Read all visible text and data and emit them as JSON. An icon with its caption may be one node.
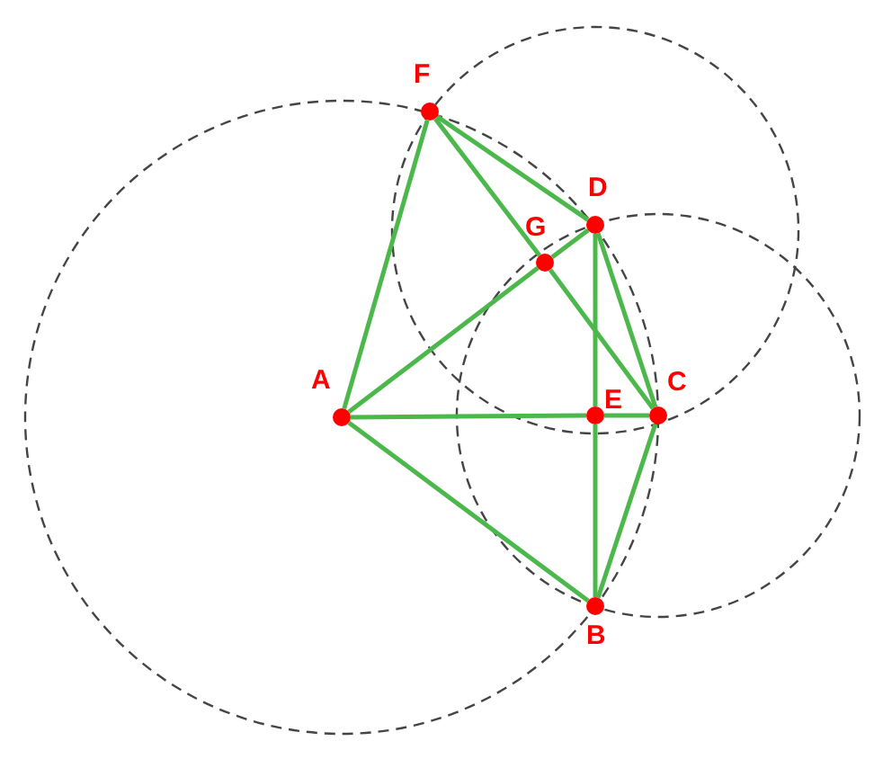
{
  "diagram": {
    "nodes": [
      {
        "text": [
          "F"
        ]
      },
      {
        "text": [
          "D"
        ]
      },
      {
        "text": [
          "G"
        ]
      },
      {
        "text": [
          "A"
        ]
      },
      {
        "text": [
          "E"
        ]
      },
      {
        "text": [
          "C"
        ]
      },
      {
        "text": [
          "B"
        ]
      }
    ],
    "edges": [
      {
        "from": 0,
        "to": 3,
        "arrow": "none"
      },
      {
        "from": 0,
        "to": 1,
        "arrow": "none"
      },
      {
        "from": 0,
        "to": 2,
        "arrow": "none"
      },
      {
        "from": 2,
        "to": 5,
        "arrow": "none"
      },
      {
        "from": 3,
        "to": 2,
        "arrow": "none"
      },
      {
        "from": 2,
        "to": 1,
        "arrow": "none"
      },
      {
        "from": 1,
        "to": 4,
        "arrow": "none"
      },
      {
        "from": 4,
        "to": 6,
        "arrow": "none"
      },
      {
        "from": 1,
        "to": 5,
        "arrow": "none"
      },
      {
        "from": 3,
        "to": 4,
        "arrow": "none"
      },
      {
        "from": 4,
        "to": 5,
        "arrow": "none"
      },
      {
        "from": 3,
        "to": 6,
        "arrow": "none"
      },
      {
        "from": 6,
        "to": 5,
        "arrow": "none"
      }
    ]
  }
}
